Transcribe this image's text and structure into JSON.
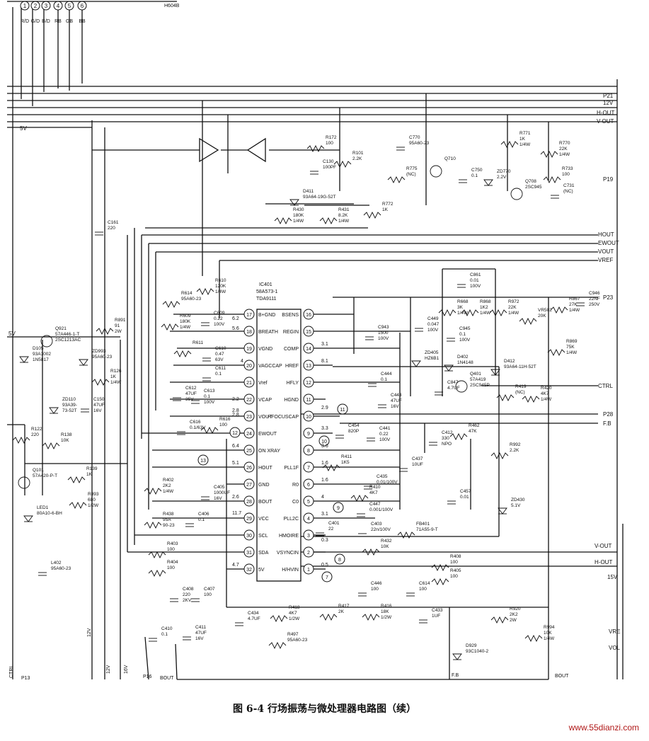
{
  "connector": {
    "name": "H604B",
    "pins": [
      "1",
      "2",
      "3",
      "4",
      "5",
      "6"
    ],
    "pin_labels": [
      "R/D",
      "G/D",
      "B/D",
      "RB",
      "GB",
      "BB"
    ]
  },
  "bus_labels": [
    "P21",
    "12V",
    "H-OUT",
    "V-OUT",
    "P19",
    "HOUT",
    "EWOUT",
    "VOUT",
    "VREF",
    "P23",
    "CTRL",
    "P28",
    "F.B",
    "V-OUT",
    "H-OUT",
    "VRE",
    "VOL",
    "15V",
    "5V",
    "5V"
  ],
  "bottom_labels": [
    "CTRL",
    "P13",
    "12V",
    "16V",
    "P16",
    "BOUT",
    "F.B",
    "BOUT",
    "12V"
  ],
  "ic": {
    "name": "IC401",
    "part": "58A573-1",
    "type": "TDA9111",
    "left_pins": [
      {
        "n": "17",
        "name": "B+GND"
      },
      {
        "n": "18",
        "name": "BREATH"
      },
      {
        "n": "19",
        "name": "VGND"
      },
      {
        "n": "20",
        "name": "VAGCCAP"
      },
      {
        "n": "21",
        "name": "Vref"
      },
      {
        "n": "22",
        "name": "VCAP"
      },
      {
        "n": "23",
        "name": "VOUT"
      },
      {
        "n": "24",
        "name": "EWOUT"
      },
      {
        "n": "25",
        "name": "ON XRAY"
      },
      {
        "n": "26",
        "name": "HOUT"
      },
      {
        "n": "27",
        "name": "GND"
      },
      {
        "n": "28",
        "name": "BOUT"
      },
      {
        "n": "29",
        "name": "VCC"
      },
      {
        "n": "30",
        "name": "SCL"
      },
      {
        "n": "31",
        "name": "SDA"
      },
      {
        "n": "32",
        "name": "5V"
      }
    ],
    "right_pins": [
      {
        "n": "16",
        "name": "BSENS"
      },
      {
        "n": "15",
        "name": "REGIN"
      },
      {
        "n": "14",
        "name": "COMP"
      },
      {
        "n": "13",
        "name": "HREF"
      },
      {
        "n": "12",
        "name": "HFLY"
      },
      {
        "n": "11",
        "name": "HGND"
      },
      {
        "n": "10",
        "name": "HFOCUSCAP"
      },
      {
        "n": "9",
        "name": ""
      },
      {
        "n": "8",
        "name": ""
      },
      {
        "n": "7",
        "name": "PLL1F"
      },
      {
        "n": "6",
        "name": "R0"
      },
      {
        "n": "5",
        "name": "C0"
      },
      {
        "n": "4",
        "name": "PLL2C"
      },
      {
        "n": "3",
        "name": "HMOIRE"
      },
      {
        "n": "2",
        "name": "VSYNCIN"
      },
      {
        "n": "1",
        "name": "H/HVIN"
      }
    ],
    "voltages_left": [
      "5.6",
      "",
      "",
      "4",
      "",
      "2.2",
      "2.8",
      "",
      "6.4",
      "5.1",
      "",
      "2.6",
      "11.7",
      "",
      "",
      "4.7",
      "6.2",
      "2.8"
    ],
    "voltages_right": [
      "",
      "",
      "3.1",
      "8.1",
      "",
      "2.9",
      "3.3",
      "3.6",
      "",
      "1.6",
      "1.6",
      "4",
      "3.1",
      "0.3",
      "",
      "0.5"
    ]
  },
  "components": [
    {
      "ref": "R172",
      "v1": "100",
      "v2": ""
    },
    {
      "ref": "R101",
      "v1": "2.2K",
      "v2": ""
    },
    {
      "ref": "C130",
      "v1": "100PF",
      "v2": ""
    },
    {
      "ref": "C770",
      "v1": "95A60-23",
      "v2": ""
    },
    {
      "ref": "R775",
      "v1": "(NC)",
      "v2": ""
    },
    {
      "ref": "Q710",
      "v1": "",
      "v2": ""
    },
    {
      "ref": "R771",
      "v1": "1K",
      "v2": "1/4W"
    },
    {
      "ref": "C750",
      "v1": "0.1",
      "v2": ""
    },
    {
      "ref": "ZD770",
      "v1": "2.2V",
      "v2": ""
    },
    {
      "ref": "Q708",
      "v1": "2SC945",
      "v2": ""
    },
    {
      "ref": "R770",
      "v1": "22K",
      "v2": "1/4W"
    },
    {
      "ref": "R733",
      "v1": "100",
      "v2": ""
    },
    {
      "ref": "C731",
      "v1": "(NC)",
      "v2": ""
    },
    {
      "ref": "D411",
      "v1": "93A64-19G-52T",
      "v2": ""
    },
    {
      "ref": "R430",
      "v1": "180K",
      "v2": "1/4W"
    },
    {
      "ref": "R431",
      "v1": "8.2K",
      "v2": "1/4W"
    },
    {
      "ref": "R772",
      "v1": "1K",
      "v2": ""
    },
    {
      "ref": "C161",
      "v1": "220",
      "v2": ""
    },
    {
      "ref": "R610",
      "v1": "120K",
      "v2": "1/4W"
    },
    {
      "ref": "R614",
      "v1": "95A60-23",
      "v2": ""
    },
    {
      "ref": "R609",
      "v1": "180K",
      "v2": "1/4W"
    },
    {
      "ref": "C609",
      "v1": "0.22",
      "v2": "100V"
    },
    {
      "ref": "R611",
      "v1": "",
      "v2": ""
    },
    {
      "ref": "C610",
      "v1": "0.47",
      "v2": "63V"
    },
    {
      "ref": "C611",
      "v1": "0.1",
      "v2": ""
    },
    {
      "ref": "C612",
      "v1": "47UF",
      "v2": "35V"
    },
    {
      "ref": "C613",
      "v1": "0.1",
      "v2": "100V"
    },
    {
      "ref": "C616",
      "v1": "0.1/63V",
      "v2": ""
    },
    {
      "ref": "R616",
      "v1": "100",
      "v2": ""
    },
    {
      "ref": "C943",
      "v1": "1500",
      "v2": "100V"
    },
    {
      "ref": "C449",
      "v1": "0.047",
      "v2": "100V"
    },
    {
      "ref": "R668",
      "v1": "3K",
      "v2": "1/4W"
    },
    {
      "ref": "C861",
      "v1": "0.01",
      "v2": "100V"
    },
    {
      "ref": "R868",
      "v1": "1K2",
      "v2": "1/4W"
    },
    {
      "ref": "R972",
      "v1": "22K",
      "v2": "1/4W"
    },
    {
      "ref": "C945",
      "v1": "0.1",
      "v2": "100V"
    },
    {
      "ref": "ZD405",
      "v1": "HZ6B1",
      "v2": ""
    },
    {
      "ref": "D402",
      "v1": "1N4148",
      "v2": ""
    },
    {
      "ref": "C444",
      "v1": "0.1",
      "v2": ""
    },
    {
      "ref": "C443",
      "v1": "47UF",
      "v2": "16V"
    },
    {
      "ref": "C847",
      "v1": "4.7UF",
      "v2": ""
    },
    {
      "ref": "Q401",
      "v1": "57A419",
      "v2": "2SC945P"
    },
    {
      "ref": "D412",
      "v1": "93A64-11H-52T",
      "v2": ""
    },
    {
      "ref": "R419",
      "v1": "(NC)",
      "v2": ""
    },
    {
      "ref": "R420",
      "v1": "4K7",
      "v2": "1/4W"
    },
    {
      "ref": "R867",
      "v1": "27K",
      "v2": "1/4W"
    },
    {
      "ref": "C946",
      "v1": "22NF",
      "v2": "250V"
    },
    {
      "ref": "VR502",
      "v1": "20K",
      "v2": ""
    },
    {
      "ref": "R869",
      "v1": "75K",
      "v2": "1/4W"
    },
    {
      "ref": "C454",
      "v1": "820P",
      "v2": ""
    },
    {
      "ref": "C441",
      "v1": "0.22",
      "v2": "100V"
    },
    {
      "ref": "C412",
      "v1": "330",
      "v2": "NPO"
    },
    {
      "ref": "R462",
      "v1": "47K",
      "v2": ""
    },
    {
      "ref": "R411",
      "v1": "1K5",
      "v2": ""
    },
    {
      "ref": "C437",
      "v1": "10UF",
      "v2": ""
    },
    {
      "ref": "C435",
      "v1": "0.01/100V",
      "v2": ""
    },
    {
      "ref": "R410",
      "v1": "4K7",
      "v2": ""
    },
    {
      "ref": "C447",
      "v1": "0.001/100V",
      "v2": ""
    },
    {
      "ref": "R992",
      "v1": "2.2K",
      "v2": ""
    },
    {
      "ref": "C457",
      "v1": "0.01",
      "v2": ""
    },
    {
      "ref": "ZD430",
      "v1": "5.1V",
      "v2": ""
    },
    {
      "ref": "C401",
      "v1": "22",
      "v2": ""
    },
    {
      "ref": "C403",
      "v1": "22n/100V",
      "v2": ""
    },
    {
      "ref": "FB401",
      "v1": "71A55-9-T",
      "v2": ""
    },
    {
      "ref": "R432",
      "v1": "10K",
      "v2": ""
    },
    {
      "ref": "R408",
      "v1": "100",
      "v2": ""
    },
    {
      "ref": "R405",
      "v1": "100",
      "v2": ""
    },
    {
      "ref": "C446",
      "v1": "100",
      "v2": ""
    },
    {
      "ref": "C614",
      "v1": "100",
      "v2": ""
    },
    {
      "ref": "R402",
      "v1": "2K2",
      "v2": "1/4W"
    },
    {
      "ref": "C405",
      "v1": "1000UF",
      "v2": "16V"
    },
    {
      "ref": "R438",
      "v1": "95A",
      "v2": "90-23"
    },
    {
      "ref": "C406",
      "v1": "0.1",
      "v2": ""
    },
    {
      "ref": "R403",
      "v1": "100",
      "v2": ""
    },
    {
      "ref": "R404",
      "v1": "100",
      "v2": ""
    },
    {
      "ref": "C408",
      "v1": "220",
      "v2": "2KV"
    },
    {
      "ref": "C407",
      "v1": "100",
      "v2": ""
    },
    {
      "ref": "C410",
      "v1": "0.1",
      "v2": ""
    },
    {
      "ref": "C411",
      "v1": "47UF",
      "v2": "16V"
    },
    {
      "ref": "C434",
      "v1": "4.7UF",
      "v2": ""
    },
    {
      "ref": "R418",
      "v1": "4K7",
      "v2": "1/2W"
    },
    {
      "ref": "R497",
      "v1": "95A60-23",
      "v2": ""
    },
    {
      "ref": "R417",
      "v1": "2K",
      "v2": ""
    },
    {
      "ref": "R416",
      "v1": "18K",
      "v2": "1/2W"
    },
    {
      "ref": "C433",
      "v1": "1UF",
      "v2": ""
    },
    {
      "ref": "R920",
      "v1": "2K2",
      "v2": "2W"
    },
    {
      "ref": "R994",
      "v1": "10K",
      "v2": "1/4W"
    },
    {
      "ref": "D929",
      "v1": "93C1040-2",
      "v2": ""
    },
    {
      "ref": "D105",
      "v1": "93A1002",
      "v2": "1N5817"
    },
    {
      "ref": "Q921",
      "v1": "57A446-1-T",
      "v2": "2SC1213AC"
    },
    {
      "ref": "R891",
      "v1": "91",
      "v2": "2W"
    },
    {
      "ref": "ZD993",
      "v1": "95A60-23",
      "v2": ""
    },
    {
      "ref": "R126",
      "v1": "1K",
      "v2": "1/4W"
    },
    {
      "ref": "ZD110",
      "v1": "93A39-",
      "v2": "73-52T"
    },
    {
      "ref": "C150",
      "v1": "47UF",
      "v2": "16V"
    },
    {
      "ref": "R122",
      "v1": "220",
      "v2": ""
    },
    {
      "ref": "R138",
      "v1": "10K",
      "v2": ""
    },
    {
      "ref": "Q101",
      "v1": "57A420-P-T",
      "v2": ""
    },
    {
      "ref": "R139",
      "v1": "1K",
      "v2": ""
    },
    {
      "ref": "R893",
      "v1": "680",
      "v2": "1/2W"
    },
    {
      "ref": "LED1",
      "v1": "80A10-6-BH",
      "v2": ""
    },
    {
      "ref": "L402",
      "v1": "95A60-23",
      "v2": ""
    }
  ],
  "test_points": [
    "12",
    "13",
    "11",
    "10",
    "9",
    "8",
    "7"
  ],
  "caption": "图 6-4    行场振荡与微处理器电路图（续）",
  "watermark": "www.55dianzi.com"
}
